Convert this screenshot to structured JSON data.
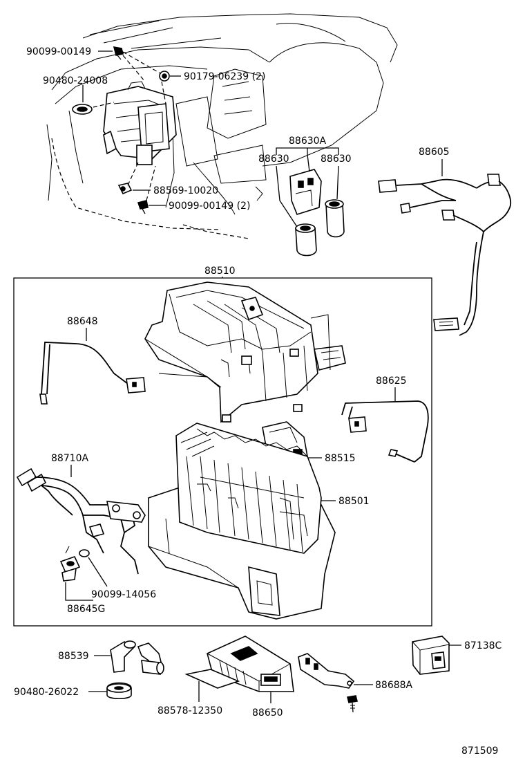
{
  "diagram_id": "871509",
  "labels": {
    "p90099_00149_a": "90099-00149",
    "p90480_24008": "90480-24008",
    "p90179_06239": "90179-06239 (2)",
    "p88630A": "88630A",
    "p88630_left": "88630",
    "p88630_right": "88630",
    "p88605": "88605",
    "p88569_10020": "88569-10020",
    "p90099_00149_b": "90099-00149 (2)",
    "p88510": "88510",
    "p88648": "88648",
    "p88625": "88625",
    "p88710A": "88710A",
    "p88515": "88515",
    "p88501": "88501",
    "p90099_14056": "90099-14056",
    "p88645G": "88645G",
    "p88539": "88539",
    "p87138C": "87138C",
    "p90480_26022": "90480-26022",
    "p88578_12350": "88578-12350",
    "p88650": "88650",
    "p88688A": "88688A"
  }
}
